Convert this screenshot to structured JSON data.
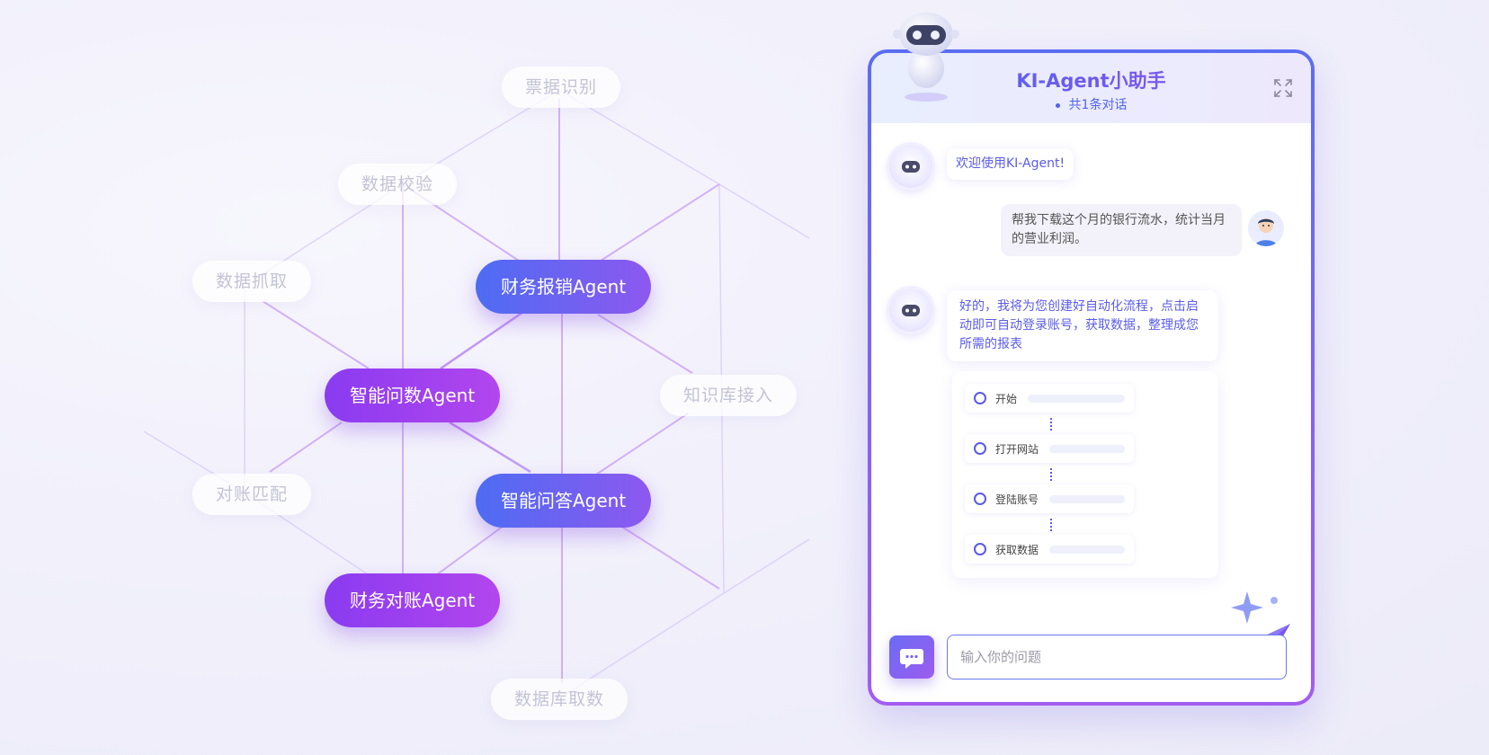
{
  "graph": {
    "ghost_nodes": [
      "票据识别",
      "数据校验",
      "数据抓取",
      "知识库接入",
      "对账匹配",
      "数据库取数"
    ],
    "agents": [
      "财务报销Agent",
      "智能问数Agent",
      "智能问答Agent",
      "财务对账Agent"
    ]
  },
  "chat": {
    "title": "KI-Agent小助手",
    "subtitle": "共1条对话",
    "messages": {
      "welcome": "欢迎使用KI-Agent!",
      "user": "帮我下载这个月的银行流水，统计当月的营业利润。",
      "bot_reply": "好的，我将为您创建好自动化流程，点击启动即可自动登录账号，获取数据，整理成您所需的报表"
    },
    "flow_steps": [
      "开始",
      "打开网站",
      "登陆账号",
      "获取数据"
    ],
    "input": {
      "placeholder": "输入你的问题",
      "value": ""
    }
  },
  "icons": {
    "expand": "expand-icon",
    "chat_mode": "chat-bubble-icon",
    "send": "send-paper-plane-icon",
    "bot": "robot-icon",
    "user": "user-avatar-icon"
  },
  "colors": {
    "accent_blue": "#4d63ef",
    "accent_purple": "#9c4cf0",
    "ghost_text": "#c4c3d6"
  }
}
